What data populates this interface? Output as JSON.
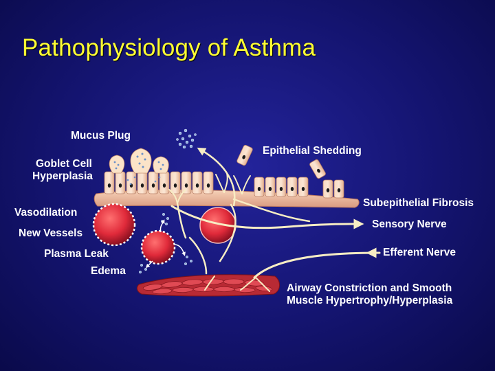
{
  "slide": {
    "title": "Pathophysiology of Asthma"
  },
  "labels": {
    "mucus_plug": "Mucus Plug",
    "goblet_line1": "Goblet Cell",
    "goblet_line2": "Hyperplasia",
    "epithelial_shedding": "Epithelial Shedding",
    "vasodilation": "Vasodilation",
    "subepithelial_fibrosis": "Subepithelial Fibrosis",
    "new_vessels": "New Vessels",
    "sensory_nerve": "Sensory Nerve",
    "plasma_leak": "Plasma Leak",
    "efferent_nerve": "Efferent Nerve",
    "edema": "Edema",
    "airway_line1": "Airway Constriction and Smooth",
    "airway_line2": "Muscle Hypertrophy/Hyperplasia"
  },
  "colors": {
    "background": "#141470",
    "title": "#ffff33",
    "label": "#ffffff",
    "tissue": "#f2c4a8",
    "vessel": "#e02a3a",
    "muscle": "#c0303a",
    "nerve": "#f7edc4"
  }
}
